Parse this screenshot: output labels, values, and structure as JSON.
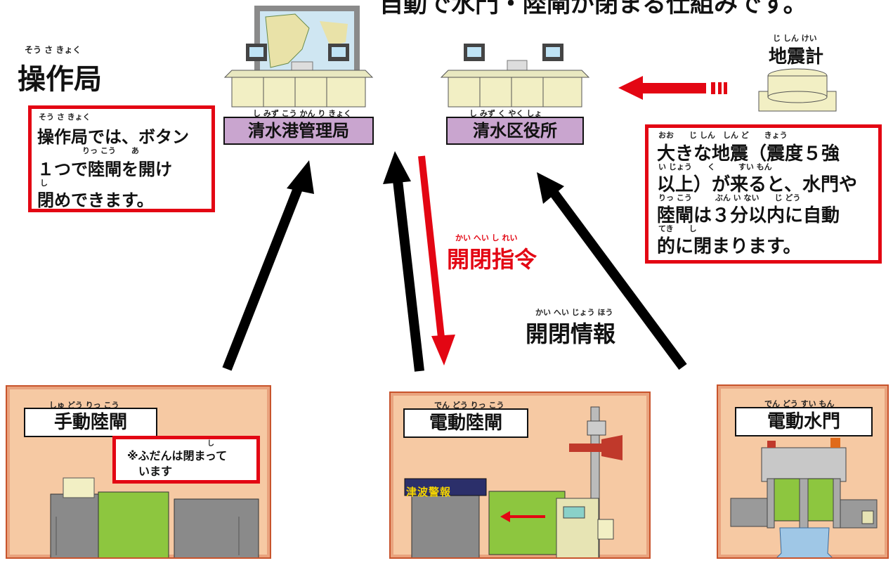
{
  "header": {
    "clipped_text": "自動で水門・陸閘が閉まる仕組みです。"
  },
  "operation": {
    "title": "操作局",
    "title_ruby": "そう さ きょく",
    "note_lines": [
      "操作局では、ボタン",
      "１つで陸閘を開け",
      "閉めできます。"
    ],
    "note_ruby": [
      "そう さ きょく",
      "りっ こう　　あ",
      "し"
    ]
  },
  "stations": [
    {
      "name": "清水港管理局",
      "ruby": "し みず こう かん り きょく"
    },
    {
      "name": "清水区役所",
      "ruby": "し みず く やく しょ"
    }
  ],
  "seismometer": {
    "label": "地震計",
    "ruby": "じ しん けい"
  },
  "quake_note": {
    "lines": [
      "大きな地震（震度５強",
      "以上）が来ると、水門や",
      "陸閘は３分以内に自動",
      "的に閉まります。"
    ],
    "ruby": [
      "おお　　じ しん　しん ど　　きょう",
      "い じょう　　く　　　すい もん",
      "りっ こう　　　ぶん い ない　　じ どう",
      "てき　　し"
    ]
  },
  "signals": {
    "command": "開閉指令",
    "command_ruby": "かい へい し れい",
    "info": "開閉情報",
    "info_ruby": "かい へい じょう ほう"
  },
  "gates": [
    {
      "title": "手動陸閘",
      "ruby": "しゅ どう りっ こう",
      "note_lines": [
        "※ふだんは閉まって",
        "います"
      ],
      "note_ruby": "し"
    },
    {
      "title": "電動陸閘",
      "ruby": "でん どう りっ こう",
      "sign": "津波警報"
    },
    {
      "title": "電動水門",
      "ruby": "でん どう すい もん"
    }
  ],
  "colors": {
    "accent_red": "#e30613",
    "station_purple": "#c9a5cf",
    "panel_fill": "#f6c9a3",
    "gate_green": "#8dc63f"
  }
}
